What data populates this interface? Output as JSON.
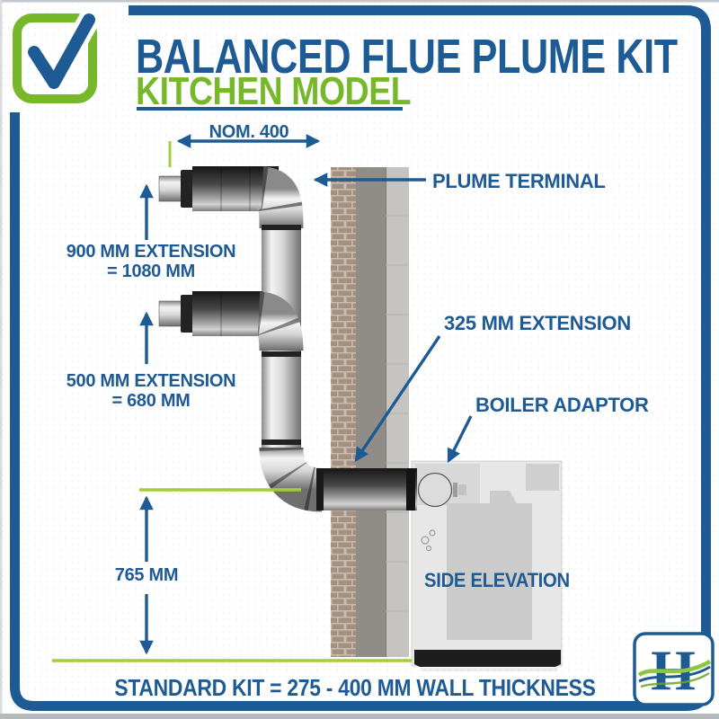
{
  "header": {
    "logo_icon": "checkbox-check-icon",
    "title": "BALANCED FLUE PLUME KIT",
    "subtitle": "KITCHEN MODEL"
  },
  "diagram": {
    "dimensions": {
      "nominal_width": "NOM. 400",
      "extension_900_line1": "900 MM EXTENSION",
      "extension_900_line2": "= 1080 MM",
      "extension_500_line1": "500 MM EXTENSION",
      "extension_500_line2": "= 680 MM",
      "height_765": "765 MM"
    },
    "callouts": {
      "plume_terminal": "PLUME TERMINAL",
      "extension_325": "325 MM EXTENSION",
      "boiler_adaptor": "BOILER ADAPTOR",
      "side_elevation": "SIDE ELEVATION"
    }
  },
  "footer": {
    "note": "STANDARD KIT = 275 - 400 MM WALL THICKNESS"
  },
  "branding": {
    "h_logo_letter": "H",
    "h_logo_icon": "h-wave-logo-icon"
  },
  "colors": {
    "brand_blue": "#1e5b94",
    "brand_green": "#76b82a",
    "dimension_line_green": "#a3ce3a",
    "wall_brick": "#a5907f",
    "background": "#ffffff"
  }
}
